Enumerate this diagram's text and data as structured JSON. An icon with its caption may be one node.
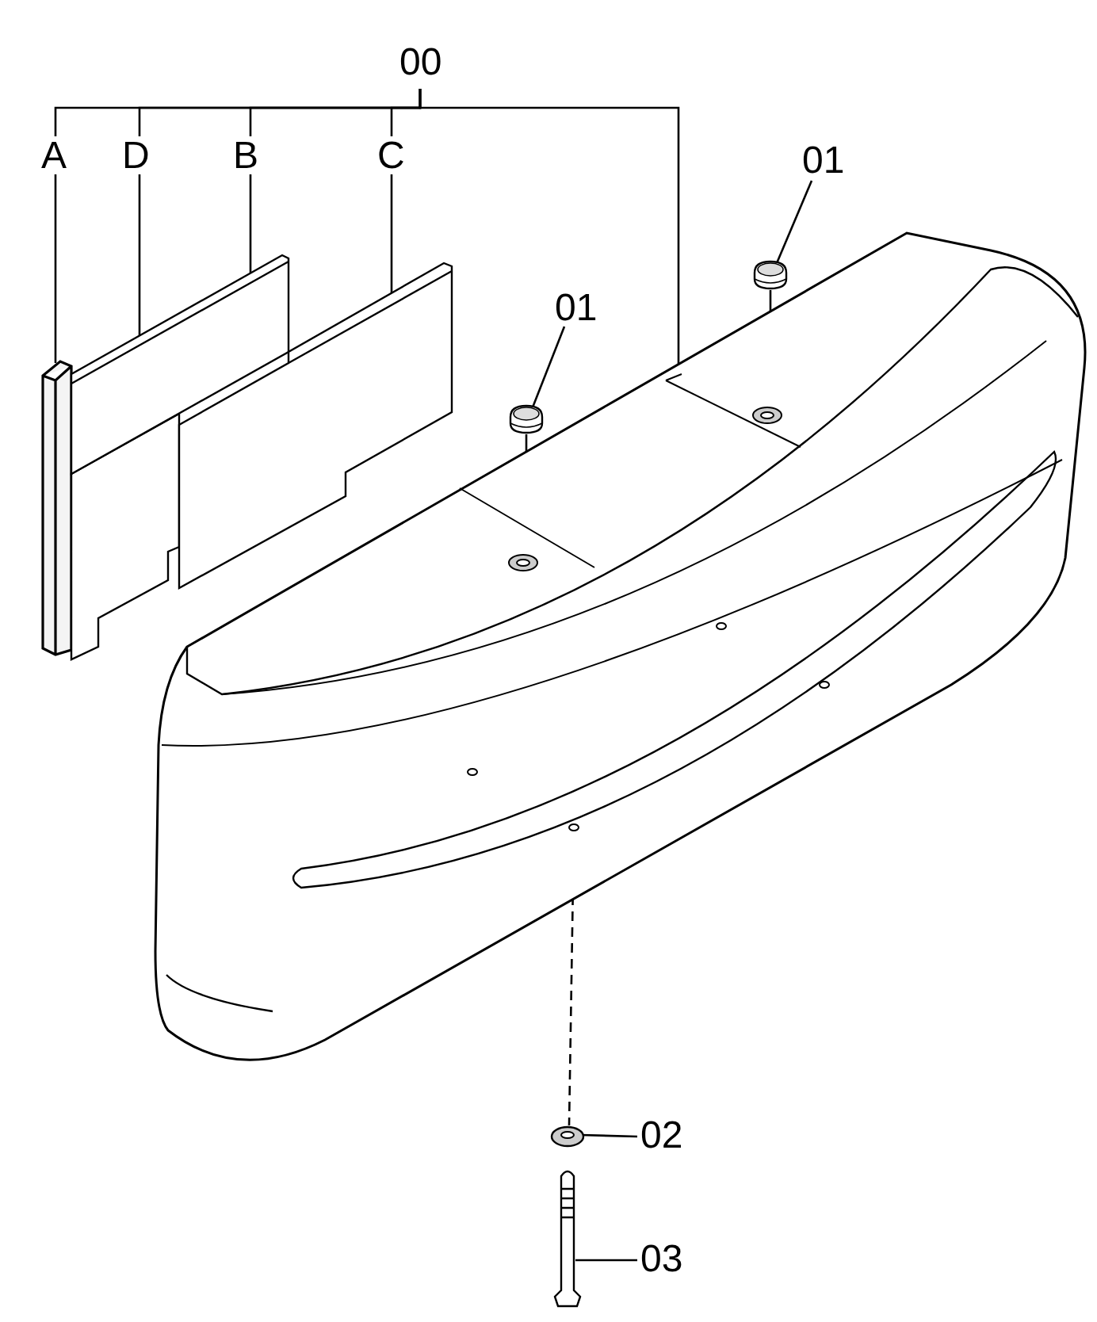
{
  "diagram": {
    "nodes": [
      {
        "text": [
          "00"
        ]
      },
      {
        "text": [
          "A"
        ]
      },
      {
        "text": [
          "D"
        ]
      },
      {
        "text": [
          "B"
        ]
      },
      {
        "text": [
          "C"
        ]
      },
      {
        "text": [
          "01"
        ]
      },
      {
        "text": [
          "01"
        ]
      },
      {
        "text": [
          "02"
        ]
      },
      {
        "text": [
          "03"
        ]
      },
      {
        "text": [],
        "shape": "bar"
      },
      {
        "text": [],
        "shape": "picture"
      },
      {
        "text": [],
        "shape": "picture"
      },
      {
        "text": [],
        "shape": "picture"
      },
      {
        "text": [],
        "shape": "picture"
      },
      {
        "text": [],
        "shape": "picture"
      },
      {
        "text": [],
        "shape": "picture"
      },
      {
        "text": [],
        "shape": "picture"
      },
      {
        "text": [],
        "shape": "picture"
      }
    ],
    "edges": [
      {
        "from": 0,
        "to": 1,
        "arrow": "none"
      },
      {
        "from": 0,
        "to": 2,
        "arrow": "none"
      },
      {
        "from": 0,
        "to": 3,
        "arrow": "none"
      },
      {
        "from": 0,
        "to": 4,
        "arrow": "none"
      },
      {
        "from": 0,
        "to": 13,
        "arrow": "none"
      },
      {
        "from": 1,
        "to": 9,
        "arrow": "none"
      },
      {
        "from": 2,
        "to": 10,
        "arrow": "none"
      },
      {
        "from": 3,
        "to": 11,
        "arrow": "none"
      },
      {
        "from": 4,
        "to": 12,
        "arrow": "none"
      },
      {
        "from": 5,
        "to": 14,
        "arrow": "none"
      },
      {
        "from": 6,
        "to": 15,
        "arrow": "none"
      },
      {
        "from": 7,
        "to": 16,
        "arrow": "none"
      },
      {
        "from": 8,
        "to": 17,
        "arrow": "none"
      },
      {
        "from": 14,
        "to": 13,
        "arrow": "none"
      },
      {
        "from": 15,
        "to": 13,
        "arrow": "none"
      },
      {
        "from": 13,
        "to": 16,
        "arrow": "none",
        "style": "dashed"
      }
    ]
  }
}
